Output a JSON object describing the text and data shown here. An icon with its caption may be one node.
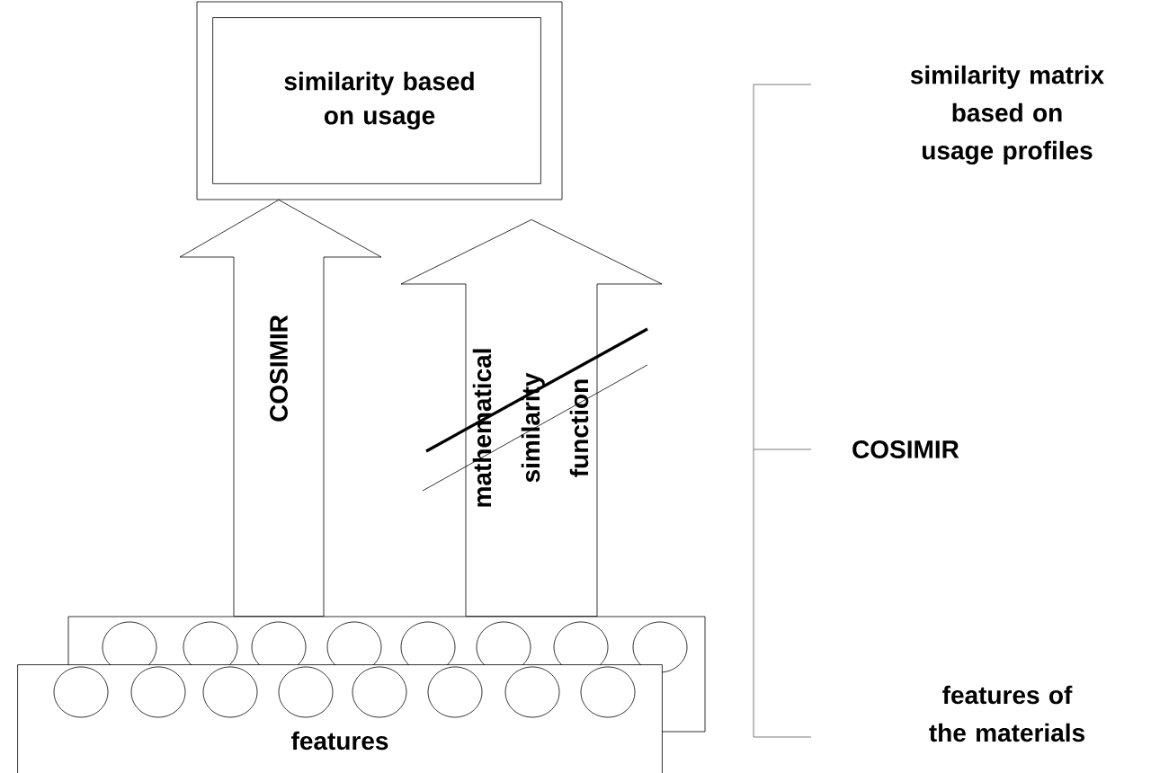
{
  "diagram": {
    "nodes": [
      {
        "text": [
          "similarity based on usage"
        ]
      },
      {
        "text": [],
        "shape": "box"
      },
      {
        "text": [
          "features"
        ]
      }
    ],
    "edges": [
      {
        "from": 1,
        "to": 0,
        "arrow": "to",
        "label": "COSIMIR"
      },
      {
        "from": 1,
        "to": 0,
        "arrow": "to",
        "label": "mathematical similarity function"
      }
    ],
    "labels": [
      "similarity matrix based on usage profiles",
      "COSIMIR",
      "features of the materials"
    ]
  }
}
